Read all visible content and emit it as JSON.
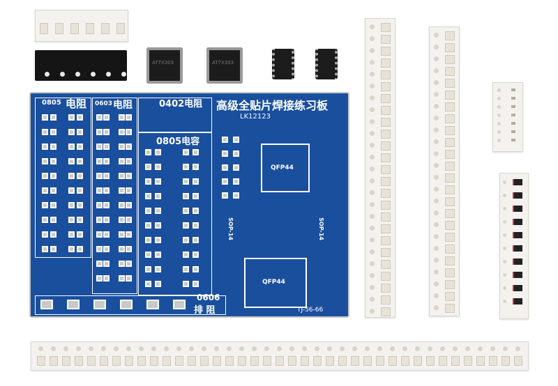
{
  "pcb": {
    "title": "高级全贴片焊接练习板",
    "model": "LK12123",
    "serial": "TJ-56-66",
    "section_0805_res_size": "0805",
    "section_0805_res_label": "电阻",
    "section_0603_res_size": "0603",
    "section_0603_res_label": "电阻",
    "section_0402_res": "0402电阻",
    "section_0805_cap": "0805电容",
    "section_0606_size": "0606",
    "section_0606_label": "排 阻",
    "qfp_top": "QFP44",
    "qfp_bottom": "QFP44",
    "sop_left": "SOP-14",
    "sop_right": "SOP-14"
  },
  "components": {
    "chip_marking": "AT7X303"
  },
  "colors": {
    "pcb": "#1a4f9e",
    "silk": "#ffffff",
    "tape": "#f4f2ee"
  }
}
